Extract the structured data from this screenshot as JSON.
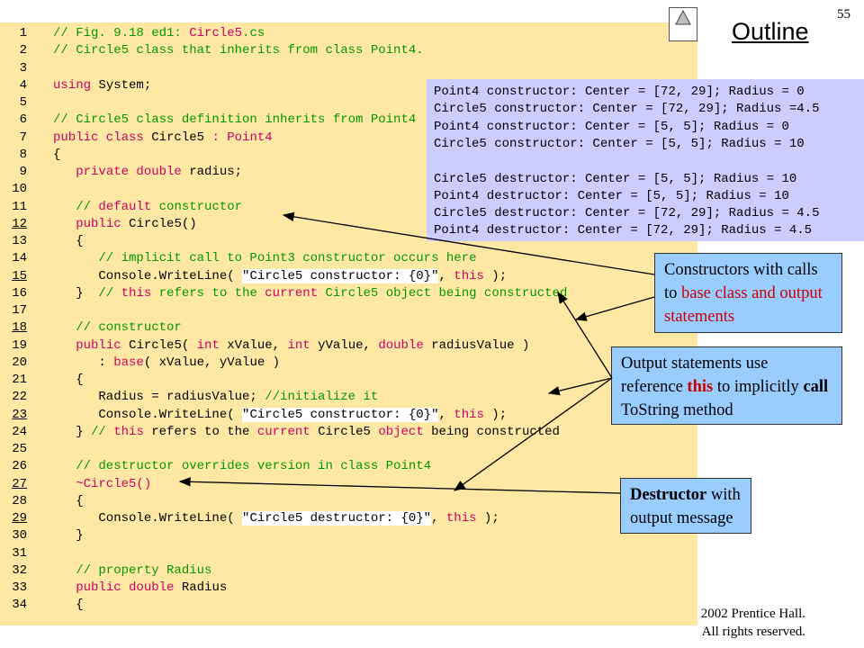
{
  "page_number": "55",
  "outline_title": "Outline",
  "code_lines": [
    {
      "n": "1",
      "u": false,
      "segs": [
        {
          "t": "// Fig. 9.18 ed1: ",
          "c": "cm"
        },
        {
          "t": "Circle5",
          "c": "kw"
        },
        {
          "t": ".cs",
          "c": "cm"
        }
      ]
    },
    {
      "n": "2",
      "u": false,
      "segs": [
        {
          "t": "// Circle5 class that inherits from class Point4.",
          "c": "cm"
        }
      ]
    },
    {
      "n": "3",
      "u": false,
      "segs": []
    },
    {
      "n": "4",
      "u": false,
      "segs": [
        {
          "t": "using",
          "c": "kw"
        },
        {
          "t": " System;",
          "c": ""
        }
      ]
    },
    {
      "n": "5",
      "u": false,
      "segs": []
    },
    {
      "n": "6",
      "u": false,
      "segs": [
        {
          "t": "// Circle5 class definition inherits from Point4",
          "c": "cm"
        }
      ]
    },
    {
      "n": "7",
      "u": false,
      "segs": [
        {
          "t": "public class",
          "c": "kw"
        },
        {
          "t": " Circle5 ",
          "c": ""
        },
        {
          "t": ": Point4",
          "c": "kw"
        }
      ]
    },
    {
      "n": "8",
      "u": false,
      "segs": [
        {
          "t": "{",
          "c": ""
        }
      ]
    },
    {
      "n": "9",
      "u": false,
      "segs": [
        {
          "t": "   ",
          "c": ""
        },
        {
          "t": "private double",
          "c": "kw"
        },
        {
          "t": " radius;",
          "c": ""
        }
      ]
    },
    {
      "n": "10",
      "u": false,
      "segs": []
    },
    {
      "n": "11",
      "u": false,
      "segs": [
        {
          "t": "   // ",
          "c": "cm"
        },
        {
          "t": "default",
          "c": "kw"
        },
        {
          "t": " constructor",
          "c": "cm"
        }
      ]
    },
    {
      "n": "12",
      "u": true,
      "segs": [
        {
          "t": "   ",
          "c": ""
        },
        {
          "t": "public",
          "c": "kw"
        },
        {
          "t": " Circle5()",
          "c": ""
        }
      ]
    },
    {
      "n": "13",
      "u": false,
      "segs": [
        {
          "t": "   {",
          "c": ""
        }
      ]
    },
    {
      "n": "14",
      "u": false,
      "segs": [
        {
          "t": "      // implicit call to Point3 constructor occurs here",
          "c": "cm"
        }
      ]
    },
    {
      "n": "15",
      "u": true,
      "segs": [
        {
          "t": "      Console.WriteLine( ",
          "c": ""
        },
        {
          "t": "\"Circle5 constructor: {0}\"",
          "c": "str"
        },
        {
          "t": ", ",
          "c": ""
        },
        {
          "t": "this",
          "c": "kw"
        },
        {
          "t": " );",
          "c": ""
        }
      ]
    },
    {
      "n": "16",
      "u": false,
      "segs": [
        {
          "t": "   }  ",
          "c": ""
        },
        {
          "t": "// ",
          "c": "cm"
        },
        {
          "t": "this",
          "c": "kw"
        },
        {
          "t": " refers to the ",
          "c": "cm"
        },
        {
          "t": "current",
          "c": "kw"
        },
        {
          "t": " Circle5 object being constructed",
          "c": "cm"
        }
      ]
    },
    {
      "n": "17",
      "u": false,
      "segs": []
    },
    {
      "n": "18",
      "u": true,
      "segs": [
        {
          "t": "   // constructor",
          "c": "cm"
        }
      ]
    },
    {
      "n": "19",
      "u": false,
      "segs": [
        {
          "t": "   ",
          "c": ""
        },
        {
          "t": "public",
          "c": "kw"
        },
        {
          "t": " Circle5( ",
          "c": ""
        },
        {
          "t": "int",
          "c": "kw"
        },
        {
          "t": " xValue, ",
          "c": ""
        },
        {
          "t": "int",
          "c": "kw"
        },
        {
          "t": " yValue, ",
          "c": ""
        },
        {
          "t": "double",
          "c": "kw"
        },
        {
          "t": " radiusValue )",
          "c": ""
        }
      ]
    },
    {
      "n": "20",
      "u": false,
      "segs": [
        {
          "t": "      : ",
          "c": ""
        },
        {
          "t": "base",
          "c": "kw"
        },
        {
          "t": "( xValue, yValue )",
          "c": ""
        }
      ]
    },
    {
      "n": "21",
      "u": false,
      "segs": [
        {
          "t": "   {",
          "c": ""
        }
      ]
    },
    {
      "n": "22",
      "u": false,
      "segs": [
        {
          "t": "      Radius = radiusValue; ",
          "c": ""
        },
        {
          "t": "//initialize it",
          "c": "cm"
        }
      ]
    },
    {
      "n": "23",
      "u": true,
      "segs": [
        {
          "t": "      Console.WriteLine( ",
          "c": ""
        },
        {
          "t": "\"Circle5 constructor: {0}\"",
          "c": "str"
        },
        {
          "t": ", ",
          "c": ""
        },
        {
          "t": "this",
          "c": "kw"
        },
        {
          "t": " );",
          "c": ""
        }
      ]
    },
    {
      "n": "24",
      "u": false,
      "segs": [
        {
          "t": "   } ",
          "c": ""
        },
        {
          "t": "// ",
          "c": "cm"
        },
        {
          "t": "this",
          "c": "kw"
        },
        {
          "t": " refers to the ",
          "c": ""
        },
        {
          "t": "current",
          "c": "kw"
        },
        {
          "t": " Circle5 ",
          "c": ""
        },
        {
          "t": "object",
          "c": "kw"
        },
        {
          "t": " being constructed",
          "c": ""
        }
      ]
    },
    {
      "n": "25",
      "u": false,
      "segs": []
    },
    {
      "n": "26",
      "u": false,
      "segs": [
        {
          "t": "   // destructor overrides version in class Point4",
          "c": "cm"
        }
      ]
    },
    {
      "n": "27",
      "u": true,
      "segs": [
        {
          "t": "   ~Circle5()",
          "c": "kw"
        }
      ]
    },
    {
      "n": "28",
      "u": false,
      "segs": [
        {
          "t": "   {",
          "c": ""
        }
      ]
    },
    {
      "n": "29",
      "u": true,
      "segs": [
        {
          "t": "      Console.WriteLine( ",
          "c": ""
        },
        {
          "t": "\"Circle5 destructor: {0}\"",
          "c": "str"
        },
        {
          "t": ", ",
          "c": ""
        },
        {
          "t": "this",
          "c": "kw"
        },
        {
          "t": " );",
          "c": ""
        }
      ]
    },
    {
      "n": "30",
      "u": false,
      "segs": [
        {
          "t": "   }",
          "c": ""
        }
      ]
    },
    {
      "n": "31",
      "u": false,
      "segs": []
    },
    {
      "n": "32",
      "u": false,
      "segs": [
        {
          "t": "   // property Radius",
          "c": "cm"
        }
      ]
    },
    {
      "n": "33",
      "u": false,
      "segs": [
        {
          "t": "   ",
          "c": ""
        },
        {
          "t": "public double",
          "c": "kw"
        },
        {
          "t": " Radius",
          "c": ""
        }
      ]
    },
    {
      "n": "34",
      "u": false,
      "segs": [
        {
          "t": "   {",
          "c": ""
        }
      ]
    }
  ],
  "output_lines": [
    "Point4 constructor: Center = [72, 29]; Radius = 0",
    "Circle5 constructor: Center = [72, 29]; Radius =4.5",
    "Point4 constructor: Center = [5, 5]; Radius = 0",
    "Circle5 constructor: Center = [5, 5]; Radius = 10",
    "",
    "Circle5 destructor: Center = [5, 5]; Radius = 10",
    "Point4 destructor: Center = [5, 5]; Radius = 10",
    "Circle5 destructor: Center = [72, 29]; Radius = 4.5",
    "Point4 destructor: Center = [72, 29]; Radius = 4.5"
  ],
  "callout1": {
    "part1": "Constructors with calls to ",
    "part2": "base class and output statements"
  },
  "callout2": {
    "part1": "Output statements use reference ",
    "bold1": "this",
    "part2": " to implicitly ",
    "bold2": "call",
    "part3": " ToString method"
  },
  "callout3": {
    "bold": "Destructor",
    "rest": " with output message"
  },
  "copyright_line1": "2002 Prentice Hall.",
  "copyright_line2": "All rights reserved.",
  "colors": {
    "code_bg": "#ffe8a4",
    "output_bg": "#ccccff",
    "callout_bg": "#99ccff",
    "keyword": "#cc0066",
    "comment": "#009900"
  }
}
